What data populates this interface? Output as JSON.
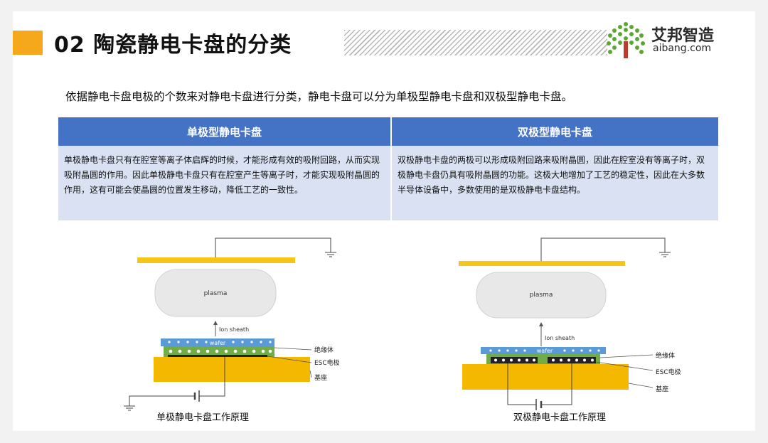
{
  "header": {
    "title": "02 陶瓷静电卡盘的分类",
    "logo_cn": "艾邦智造",
    "logo_en": "aibang.com"
  },
  "intro": "依据静电卡盘电极的个数来对静电卡盘进行分类，静电卡盘可以分为单极型静电卡盘和双极型静电卡盘。",
  "table": {
    "headers": [
      "单极型静电卡盘",
      "双极型静电卡盘"
    ],
    "cells": [
      "单极静电卡盘只有在腔室等离子体启辉的时候，才能形成有效的吸附回路，从而实现吸附晶圆的作用。因此单极静电卡盘只有在腔室产生等离子时，才能实现吸附晶圆的作用，这有可能会使晶圆的位置发生移动，降低工艺的一致性。",
      "双极静电卡盘的两极可以形成吸附回路来吸附晶圆，因此在腔室没有等离子时，双极静电卡盘仍具有吸附晶圆的功能。这极大地增加了工艺的稳定性，因此在大多数半导体设备中，多数使用的是双极静电卡盘结构。"
    ]
  },
  "diagrams": {
    "left": {
      "plasma": "plasma",
      "sheath": "Ion sheath",
      "wafer": "wafer",
      "label_insulator": "绝缘体",
      "label_electrode": "ESC电极",
      "label_base": "基座",
      "caption": "单极静电卡盘工作原理"
    },
    "right": {
      "plasma": "plasma",
      "sheath": "Ion sheath",
      "wafer": "wafer",
      "label_insulator": "绝缘体",
      "label_electrode": "ESC电极",
      "label_base": "基座",
      "caption": "双极静电卡盘工作原理"
    }
  },
  "colors": {
    "accent": "#f5a81c",
    "table_header": "#4472c4",
    "table_body": "#d9e1f2",
    "plate": "#f5c518",
    "insulator": "#5b9bd5",
    "electrode": "#70ad47"
  }
}
